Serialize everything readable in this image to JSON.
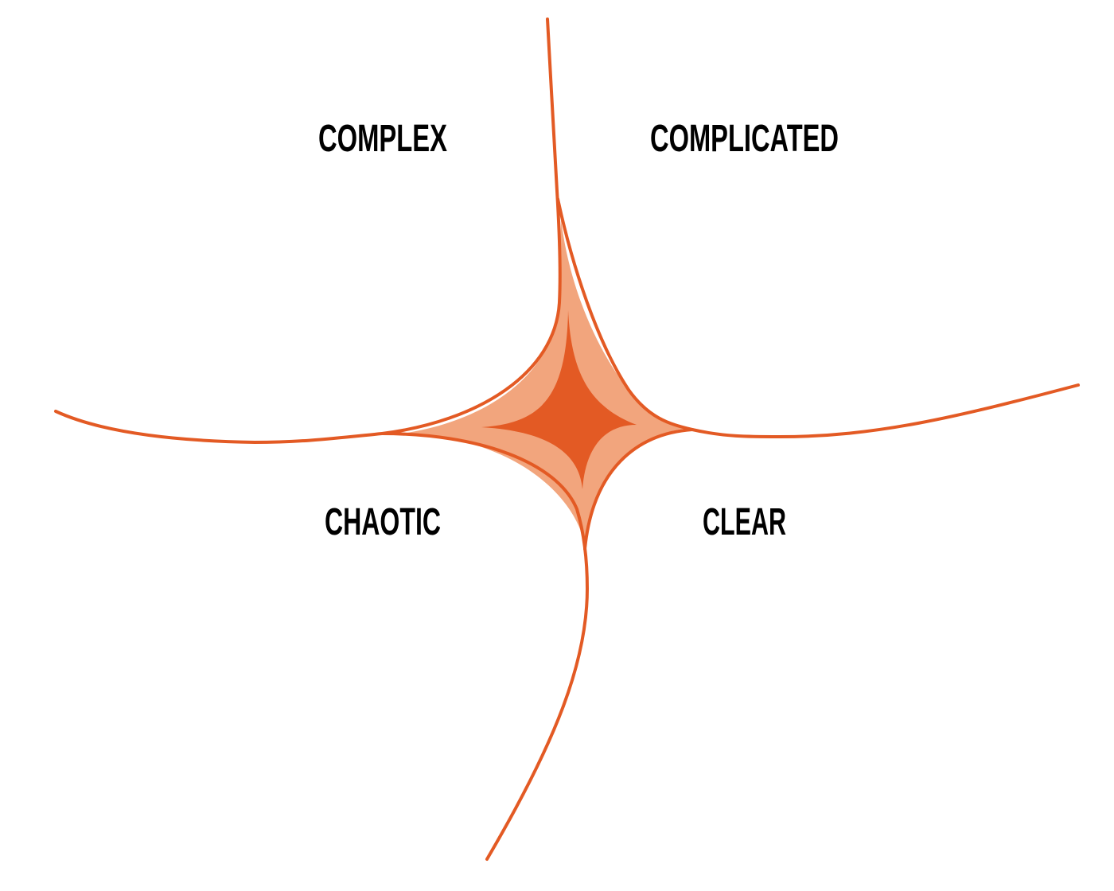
{
  "diagram": {
    "colors": {
      "line": "#e35a24",
      "light_fill": "#f2a57d",
      "dark_fill": "#e35a24",
      "text": "#000000"
    },
    "domains": {
      "top_left": "COMPLEX",
      "top_right": "COMPLICATED",
      "bottom_left": "CHAOTIC",
      "bottom_right": "CLEAR"
    }
  }
}
